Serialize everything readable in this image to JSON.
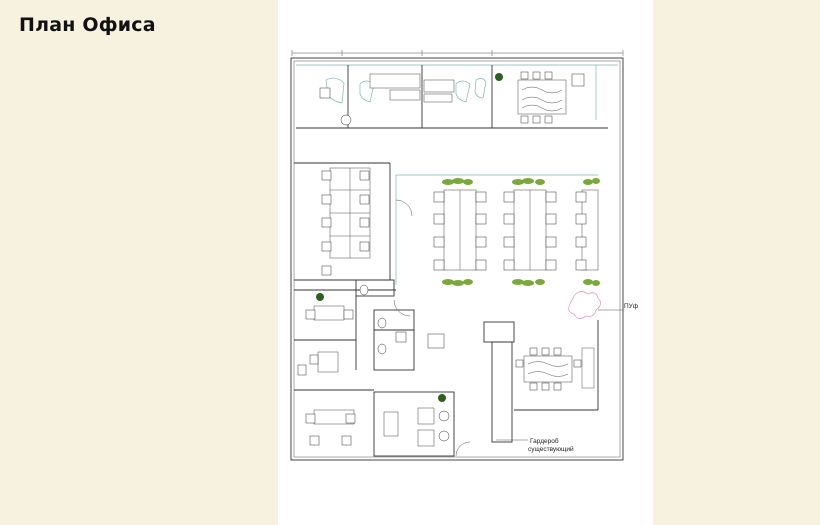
{
  "header": {
    "title": "План Офиса"
  },
  "plan": {
    "annotations": {
      "pouf": "ПУф",
      "wardrobe_line1": "Гардероб",
      "wardrobe_line2": "существующий"
    },
    "colors": {
      "background": "#f7f2e0",
      "sheet": "#ffffff",
      "walls": "#333333",
      "glass_partitions": "#7fb7b0",
      "plants": "#7aa83a",
      "pouf_outline": "#e39ac8"
    }
  }
}
